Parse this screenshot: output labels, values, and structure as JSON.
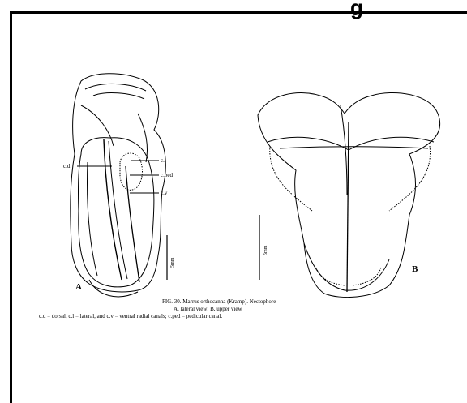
{
  "figure": {
    "caption_line1": "FIG. 30. Marrus orthocanna (Kramp). Nectophore",
    "caption_line2": "A, lateral view; B, upper view",
    "caption_line3": "c.d = dorsal, c.l = lateral, and c.v = ventral radial canals; c.ped = pedicular canal.",
    "panel_a": "A",
    "panel_b": "B",
    "labels": {
      "cd": "c.d",
      "cl": "c.l",
      "cped": "c.ped",
      "cv": "c.v"
    },
    "scale_a": "5mm",
    "scale_b": "5mm"
  }
}
